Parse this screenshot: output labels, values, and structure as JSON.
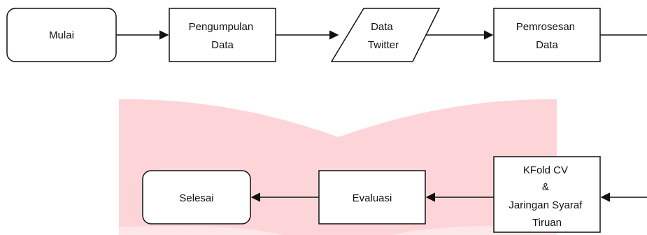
{
  "nodes": {
    "mulai": {
      "label": "Mulai"
    },
    "pengumpulan": {
      "lines": [
        "Pengumpulan",
        "Data"
      ]
    },
    "data_twitter": {
      "lines": [
        "Data",
        "Twitter"
      ]
    },
    "pemrosesan": {
      "lines": [
        "Pemrosesan",
        "Data"
      ]
    },
    "kfold": {
      "lines": [
        "KFold CV",
        "&",
        "Jaringan Syaraf",
        "Tiruan"
      ]
    },
    "evaluasi": {
      "label": "Evaluasi"
    },
    "selesai": {
      "label": "Selesai"
    }
  },
  "colors": {
    "stroke": "#111111",
    "fill": "#ffffff",
    "watermark": "#fdd5d9"
  }
}
